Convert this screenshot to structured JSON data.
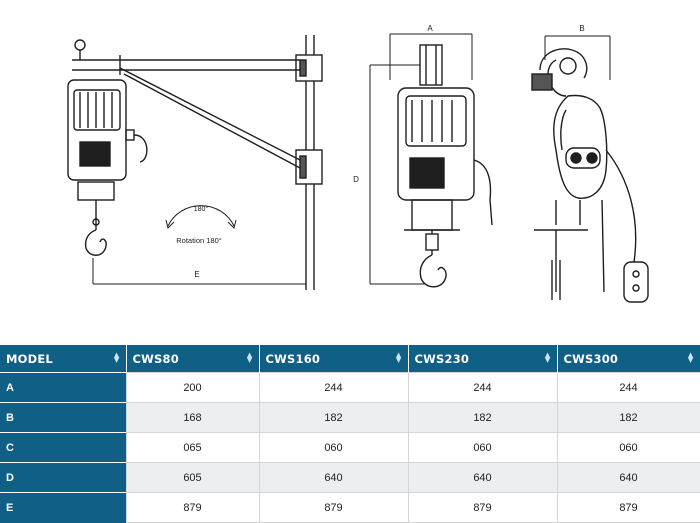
{
  "drawing": {
    "dim_labels": {
      "A": "A",
      "B": "B",
      "D": "D",
      "E": "E"
    },
    "angle_label": "180°",
    "rotation_label": "Rotation 180°"
  },
  "table": {
    "header": [
      "MODEL",
      "CWS80",
      "CWS160",
      "CWS230",
      "CWS300"
    ],
    "rows": [
      {
        "label": "A",
        "values": [
          "200",
          "244",
          "244",
          "244"
        ]
      },
      {
        "label": "B",
        "values": [
          "168",
          "182",
          "182",
          "182"
        ]
      },
      {
        "label": "C",
        "values": [
          "065",
          "060",
          "060",
          "060"
        ]
      },
      {
        "label": "D",
        "values": [
          "605",
          "640",
          "640",
          "640"
        ]
      },
      {
        "label": "E",
        "values": [
          "879",
          "879",
          "879",
          "879"
        ]
      }
    ]
  }
}
